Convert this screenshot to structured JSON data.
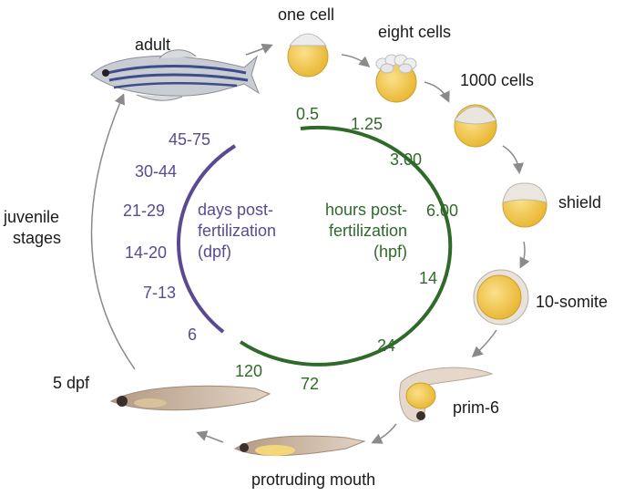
{
  "stages": {
    "one_cell": "one cell",
    "eight_cells": "eight cells",
    "thousand_cells": "1000 cells",
    "shield": "shield",
    "ten_somite": "10-somite",
    "prim6": "prim-6",
    "protruding_mouth": "protruding mouth",
    "five_dpf": "5 dpf",
    "juvenile_line1": "juvenile",
    "juvenile_line2": "stages",
    "adult": "adult"
  },
  "hpf": {
    "title_line1": "hours post-",
    "title_line2": "fertilization",
    "title_line3": "(hpf)",
    "ticks": [
      "0.5",
      "1.25",
      "3.00",
      "6.00",
      "14",
      "24",
      "72",
      "120"
    ]
  },
  "dpf": {
    "title_line1": "days post-",
    "title_line2": "fertilization",
    "title_line3": "(dpf)",
    "ticks": [
      "45-75",
      "30-44",
      "21-29",
      "14-20",
      "7-13",
      "6"
    ]
  },
  "colors": {
    "hpf": "#2f6a2b",
    "dpf": "#5b4a92",
    "yolk": "#f2c94c",
    "arrow": "#888888"
  }
}
